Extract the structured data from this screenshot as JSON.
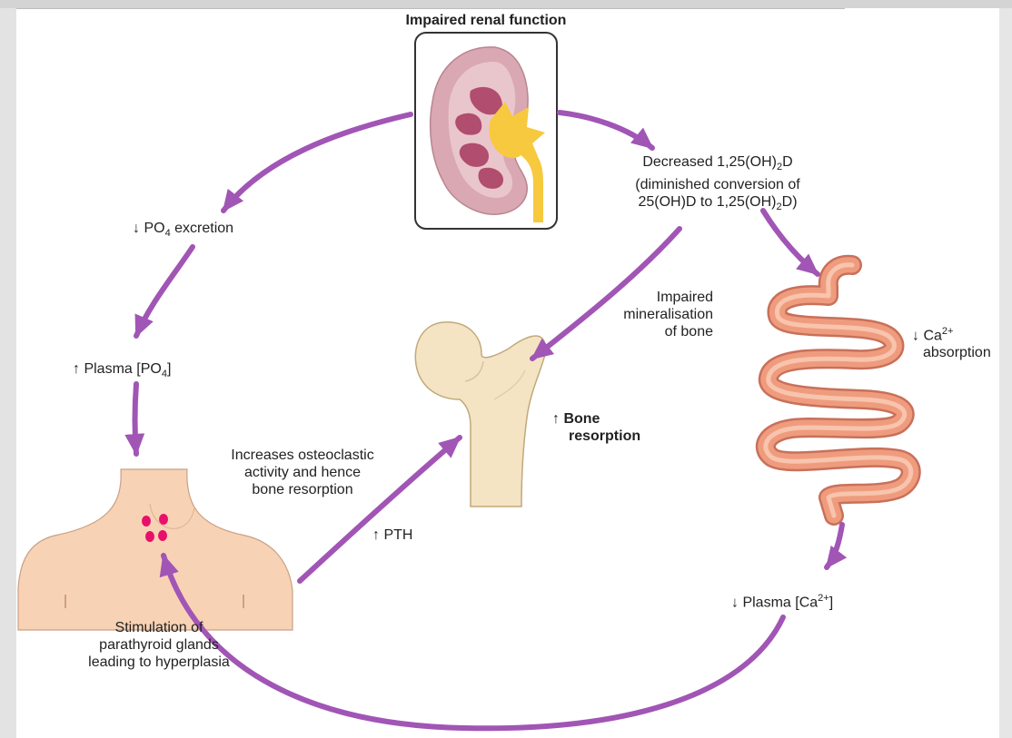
{
  "title": "Impaired renal function",
  "labels": {
    "decreased_vitd_1": "Decreased 1,25(OH)",
    "decreased_vitd_1_sub": "2",
    "decreased_vitd_1_end": "D",
    "decreased_vitd_2": "(diminished conversion of",
    "decreased_vitd_3a": "25(OH)D to  1,25(OH)",
    "decreased_vitd_3_sub": "2",
    "decreased_vitd_3_end": "D)",
    "po4_excretion_arrow": "↓",
    "po4_excretion_a": " PO",
    "po4_excretion_sub": "4",
    "po4_excretion_b": " excretion",
    "plasma_po4_arrow": "↑",
    "plasma_po4_a": " Plasma [PO",
    "plasma_po4_sub": "4",
    "plasma_po4_b": "]",
    "impaired_min_1": "Impaired",
    "impaired_min_2": "mineralisation",
    "impaired_min_3": "of bone",
    "ca_abs_arrow": "↓",
    "ca_abs_a": " Ca",
    "ca_abs_sup": "2+",
    "ca_abs_b": "absorption",
    "bone_resorption_arrow": "↑",
    "bone_resorption_1": "Bone",
    "bone_resorption_2": "resorption",
    "osteoclastic_1": "Increases osteoclastic",
    "osteoclastic_2": "activity and hence",
    "osteoclastic_3": "bone resorption",
    "pth_arrow": "↑",
    "pth": " PTH",
    "plasma_ca_arrow": "↓",
    "plasma_ca_a": " Plasma [Ca",
    "plasma_ca_sup": "2+",
    "plasma_ca_b": "]",
    "parathyroid_1": "Stimulation of",
    "parathyroid_2": "parathyroid glands",
    "parathyroid_3": "leading to hyperplasia"
  },
  "icons": [
    "kidney-icon",
    "bone-icon",
    "intestine-icon",
    "neck-icon",
    "parathyroid-glands-icon"
  ],
  "colors": {
    "arrow": "#a155b5",
    "kidney_outer": "#d9a8b2",
    "kidney_inner": "#e9c6cc",
    "kidney_calyx": "#b14d6e",
    "ureter": "#f7c93e",
    "bone": "#f4e4c4",
    "intestine": "#ef9c7e",
    "skin": "#f8d2b4",
    "gland": "#e8106b"
  }
}
